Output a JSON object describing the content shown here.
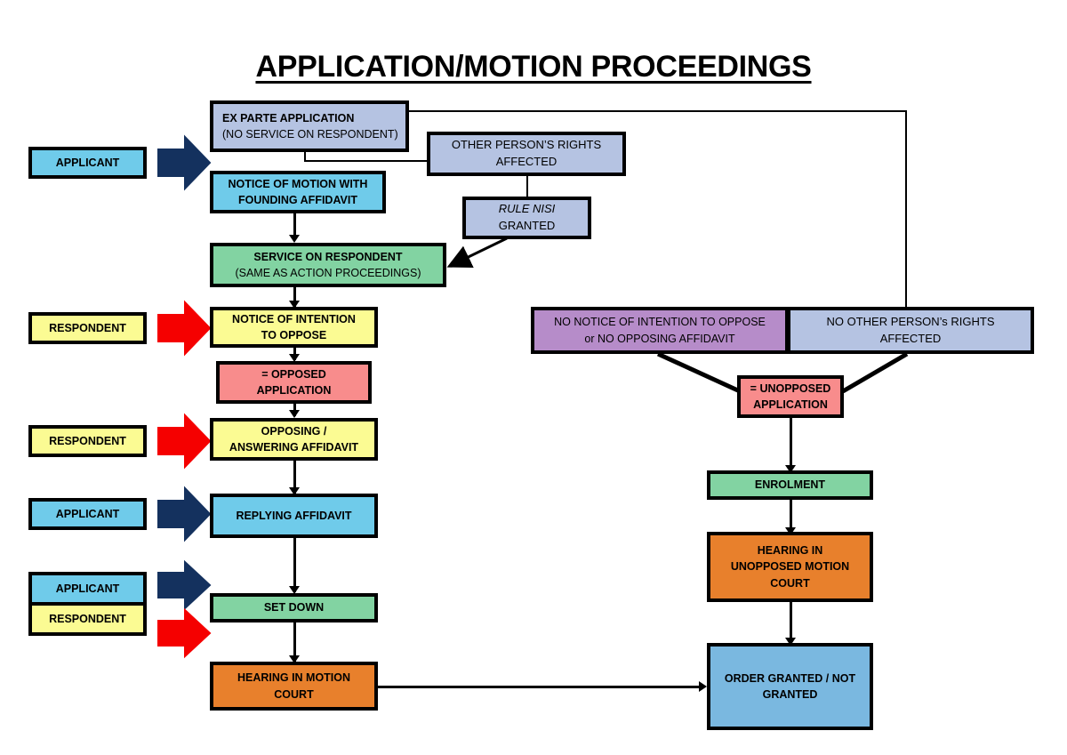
{
  "title": "APPLICATION/MOTION PROCEEDINGS",
  "palette": {
    "lavender": "#b5c3e2",
    "sky": "#6fcbea",
    "green": "#82d3a2",
    "yellow": "#fbfb93",
    "salmon": "#f88c8c",
    "purple": "#b68cc9",
    "orange": "#e8802c",
    "steel_blue": "#7ab8e0",
    "navy_arrow": "#14315e",
    "red_arrow": "#f50000",
    "outline": "#000000",
    "background": "#ffffff"
  },
  "parties": [
    {
      "id": "applicant-1",
      "label": "APPLICANT",
      "color": "sky",
      "arrow": "navy"
    },
    {
      "id": "respondent-1",
      "label": "RESPONDENT",
      "color": "yellow",
      "arrow": "red"
    },
    {
      "id": "respondent-2",
      "label": "RESPONDENT",
      "color": "yellow",
      "arrow": "red"
    },
    {
      "id": "applicant-2",
      "label": "APPLICANT",
      "color": "sky",
      "arrow": "navy"
    },
    {
      "id": "applicant-3",
      "label": "APPLICANT",
      "color": "sky",
      "arrow": "navy"
    },
    {
      "id": "respondent-3",
      "label": "RESPONDENT",
      "color": "yellow",
      "arrow": "red"
    }
  ],
  "nodes": {
    "ex_parte": {
      "lines": [
        "EX PARTE APPLICATION",
        "(NO SERVICE ON RESPONDENT)"
      ],
      "color": "lavender"
    },
    "other_person_rights": {
      "lines": [
        "OTHER PERSON’S RIGHTS",
        "AFFECTED"
      ],
      "color": "lavender"
    },
    "rule_nisi": {
      "lines": [
        "RULE NISI",
        "GRANTED"
      ],
      "color": "lavender"
    },
    "notice_of_motion": {
      "lines": [
        "NOTICE OF MOTION WITH",
        "FOUNDING AFFIDAVIT"
      ],
      "color": "sky"
    },
    "service_on_respondent": {
      "lines": [
        "SERVICE ON RESPONDENT",
        "(SAME AS ACTION PROCEEDINGS)"
      ],
      "color": "green"
    },
    "notice_of_intention": {
      "lines": [
        "NOTICE OF INTENTION",
        "TO OPPOSE"
      ],
      "color": "yellow"
    },
    "opposed_application": {
      "lines": [
        "= OPPOSED",
        "APPLICATION"
      ],
      "color": "salmon"
    },
    "opposing_affidavit": {
      "lines": [
        "OPPOSING /",
        "ANSWERING AFFIDAVIT"
      ],
      "color": "yellow"
    },
    "replying_affidavit": {
      "lines": [
        "REPLYING AFFIDAVIT"
      ],
      "color": "sky"
    },
    "set_down": {
      "lines": [
        "SET DOWN"
      ],
      "color": "green"
    },
    "hearing_motion_court": {
      "lines": [
        "HEARING IN MOTION",
        "COURT"
      ],
      "color": "orange"
    },
    "no_notice_of_intention": {
      "lines": [
        "NO NOTICE OF INTENTION TO OPPOSE",
        "or NO OPPOSING AFFIDAVIT"
      ],
      "color": "purple"
    },
    "no_other_person_rights": {
      "lines": [
        "NO OTHER PERSON’s RIGHTS",
        "AFFECTED"
      ],
      "color": "lavender"
    },
    "unopposed_application": {
      "lines": [
        "= UNOPPOSED",
        "APPLICATION"
      ],
      "color": "salmon"
    },
    "enrolment": {
      "lines": [
        "ENROLMENT"
      ],
      "color": "green"
    },
    "hearing_unopposed": {
      "lines": [
        "HEARING IN",
        "UNOPPOSED MOTION",
        "COURT"
      ],
      "color": "orange"
    },
    "order_granted": {
      "lines": [
        "ORDER GRANTED / NOT",
        "GRANTED"
      ],
      "color": "steel_blue"
    }
  },
  "chart_data": {
    "type": "diagram",
    "title": "APPLICATION/MOTION PROCEEDINGS",
    "edges": [
      {
        "from": "ex_parte",
        "to": "other_person_rights"
      },
      {
        "from": "ex_parte",
        "to": "no_other_person_rights"
      },
      {
        "from": "other_person_rights",
        "to": "rule_nisi"
      },
      {
        "from": "rule_nisi",
        "to": "service_on_respondent"
      },
      {
        "from": "notice_of_motion",
        "to": "service_on_respondent"
      },
      {
        "from": "service_on_respondent",
        "to": "notice_of_intention"
      },
      {
        "from": "notice_of_intention",
        "to": "opposed_application"
      },
      {
        "from": "opposed_application",
        "to": "opposing_affidavit"
      },
      {
        "from": "opposing_affidavit",
        "to": "replying_affidavit"
      },
      {
        "from": "replying_affidavit",
        "to": "set_down"
      },
      {
        "from": "set_down",
        "to": "hearing_motion_court"
      },
      {
        "from": "hearing_motion_court",
        "to": "order_granted"
      },
      {
        "from": "no_notice_of_intention",
        "to": "unopposed_application"
      },
      {
        "from": "no_other_person_rights",
        "to": "unopposed_application"
      },
      {
        "from": "unopposed_application",
        "to": "enrolment"
      },
      {
        "from": "enrolment",
        "to": "hearing_unopposed"
      },
      {
        "from": "hearing_unopposed",
        "to": "order_granted"
      }
    ]
  }
}
